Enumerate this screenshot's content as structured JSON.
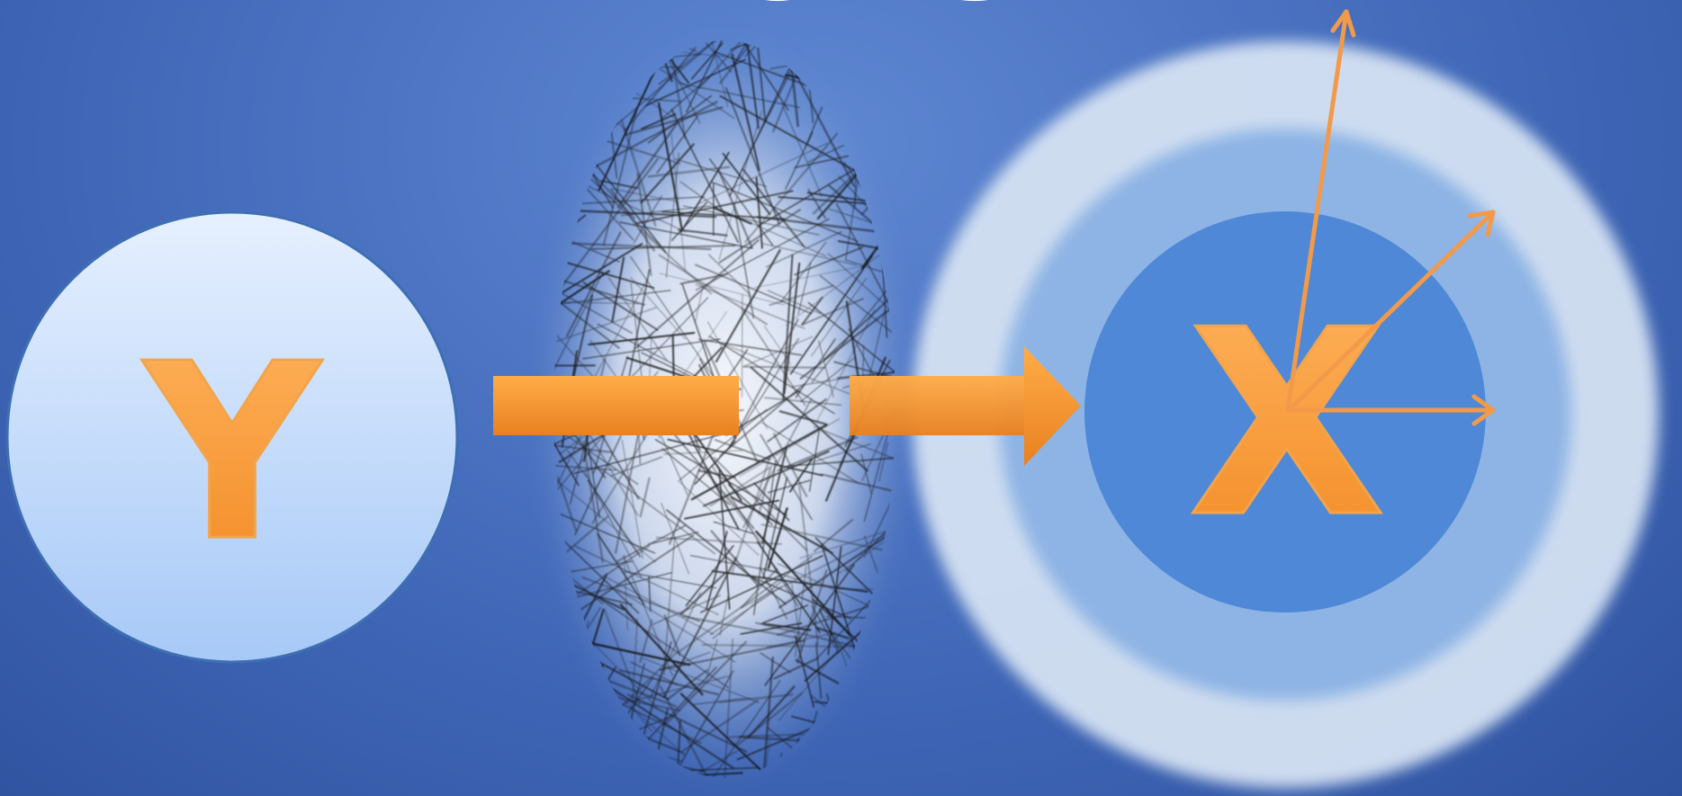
{
  "title": "IMPACTS",
  "labels": {
    "left": "Y",
    "right": "X"
  },
  "colors": {
    "background": "#3f67b6",
    "orange": "#f08a26",
    "left_circle": "#c8dcf8",
    "outer_ring": "#c7daf1",
    "middle_ring": "#8fb4e4",
    "inner_disc": "#4f88d6",
    "scribble": "#111111"
  },
  "icons": [
    "arrow-icon",
    "vector-arrow-icon"
  ]
}
